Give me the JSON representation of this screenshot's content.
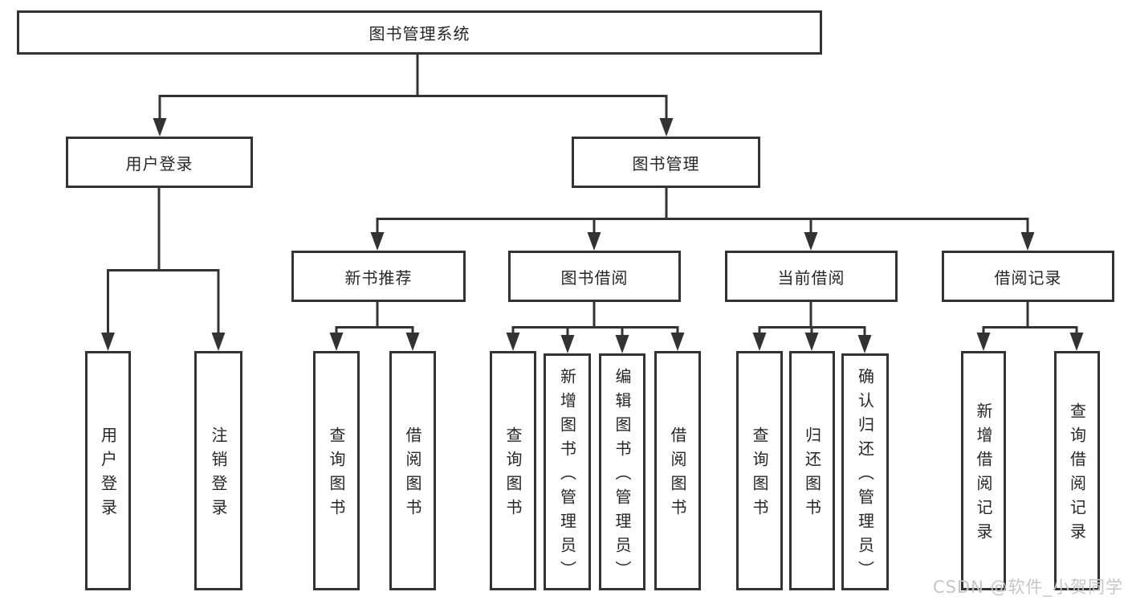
{
  "diagram": {
    "title": "图书管理系统",
    "nodes": [
      {
        "id": "root",
        "label": "图书管理系统",
        "parent": null
      },
      {
        "id": "user-login",
        "label": "用户登录",
        "parent": "root"
      },
      {
        "id": "book-mgmt",
        "label": "图书管理",
        "parent": "root"
      },
      {
        "id": "ul-login",
        "label": "用户登录",
        "parent": "user-login"
      },
      {
        "id": "ul-logout",
        "label": "注销登录",
        "parent": "user-login"
      },
      {
        "id": "new-rec",
        "label": "新书推荐",
        "parent": "book-mgmt"
      },
      {
        "id": "borrow",
        "label": "图书借阅",
        "parent": "book-mgmt"
      },
      {
        "id": "current",
        "label": "当前借阅",
        "parent": "book-mgmt"
      },
      {
        "id": "records",
        "label": "借阅记录",
        "parent": "book-mgmt"
      },
      {
        "id": "nr-query",
        "label": "查询图书",
        "parent": "new-rec"
      },
      {
        "id": "nr-borrow",
        "label": "借阅图书",
        "parent": "new-rec"
      },
      {
        "id": "bb-query",
        "label": "查询图书",
        "parent": "borrow"
      },
      {
        "id": "bb-add",
        "label": "新增图书（管理员）",
        "parent": "borrow"
      },
      {
        "id": "bb-edit",
        "label": "编辑图书（管理员）",
        "parent": "borrow"
      },
      {
        "id": "bb-borrow",
        "label": "借阅图书",
        "parent": "borrow"
      },
      {
        "id": "cb-query",
        "label": "查询图书",
        "parent": "current"
      },
      {
        "id": "cb-return",
        "label": "归还图书",
        "parent": "current"
      },
      {
        "id": "cb-confirm",
        "label": "确认归还（管理员）",
        "parent": "current"
      },
      {
        "id": "br-add",
        "label": "新增借阅记录",
        "parent": "records"
      },
      {
        "id": "br-query",
        "label": "查询借阅记录",
        "parent": "records"
      }
    ]
  },
  "colors": {
    "line": "#333333",
    "text": "#262626",
    "watermark": "#c6c6c6"
  },
  "watermark": {
    "text": "CSDN @软件_小贺同学"
  }
}
